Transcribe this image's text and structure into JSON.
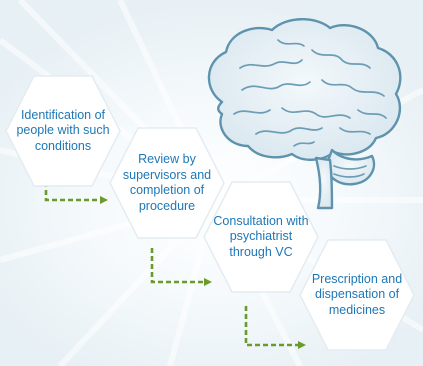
{
  "steps": [
    {
      "label": "Identification of people with such conditions"
    },
    {
      "label": "Review by supervisors and completion of procedure"
    },
    {
      "label": "Consultation with psychiatrist through VC"
    },
    {
      "label": "Prescription and dispensation of medicines"
    }
  ],
  "colors": {
    "text": "#1e77b6",
    "connector": "#6a9a2a",
    "brain_stroke": "#5f93ad",
    "hex_fill": "#ffffff"
  },
  "icons": [
    "brain-icon",
    "dashed-arrow-icon"
  ]
}
